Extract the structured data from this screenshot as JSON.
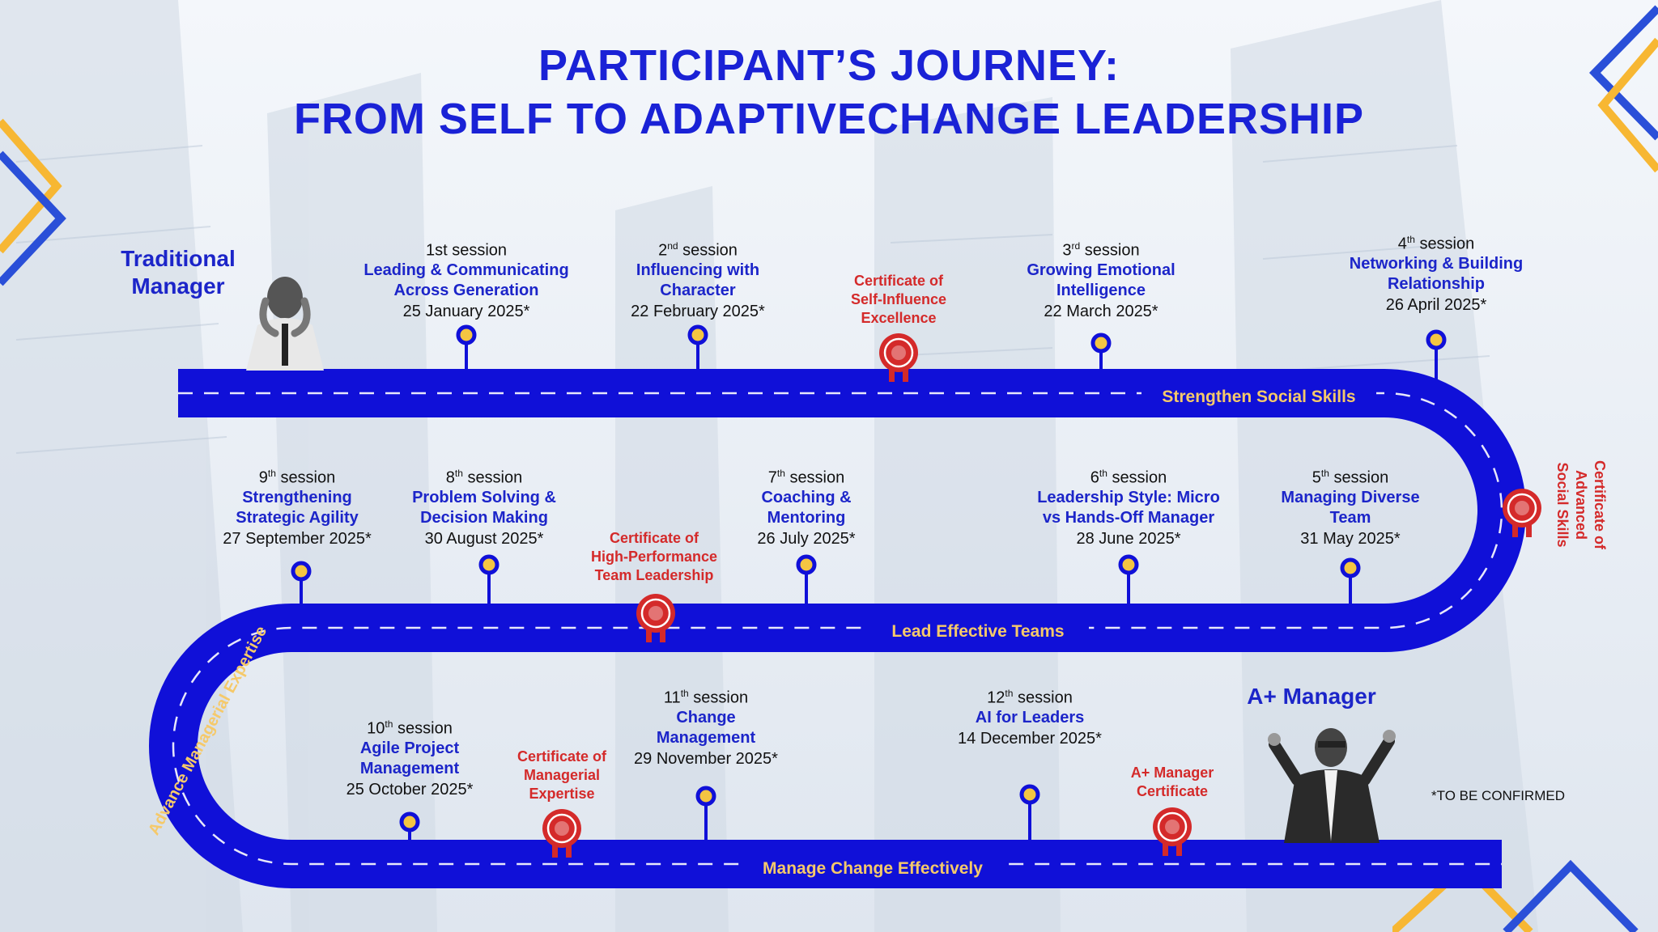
{
  "title": {
    "line1": "PARTICIPANT’S JOURNEY:",
    "line2": "FROM SELF TO ADAPTIVECHANGE LEADERSHIP"
  },
  "roles": {
    "start": "Traditional Manager",
    "end": "A+ Manager"
  },
  "road_labels": {
    "segment1": "Strengthen Social Skills",
    "segment2": "Lead Effective Teams",
    "segment3": "Manage Change Effectively",
    "curve_left": "Advance Managerial Expertise"
  },
  "sessions": [
    {
      "num": "1st",
      "suffix": "",
      "word": "session",
      "name1": "Leading & Communicating",
      "name2": "Across Generation",
      "date": "25 January 2025*"
    },
    {
      "num": "2",
      "suffix": "nd",
      "word": "session",
      "name1": "Influencing with",
      "name2": "Character",
      "date": "22 February 2025*"
    },
    {
      "num": "3",
      "suffix": "rd",
      "word": "session",
      "name1": "Growing Emotional",
      "name2": "Intelligence",
      "date": "22 March 2025*"
    },
    {
      "num": "4",
      "suffix": "th",
      "word": "session",
      "name1": "Networking & Building",
      "name2": "Relationship",
      "date": "26 April 2025*"
    },
    {
      "num": "5",
      "suffix": "th",
      "word": "session",
      "name1": "Managing Diverse",
      "name2": "Team",
      "date": "31 May 2025*"
    },
    {
      "num": "6",
      "suffix": "th",
      "word": "session",
      "name1": "Leadership Style: Micro",
      "name2": "vs Hands-Off Manager",
      "date": "28 June 2025*"
    },
    {
      "num": "7",
      "suffix": "th",
      "word": "session",
      "name1": "Coaching &",
      "name2": "Mentoring",
      "date": "26 July 2025*"
    },
    {
      "num": "8",
      "suffix": "th",
      "word": "session",
      "name1": "Problem Solving &",
      "name2": "Decision Making",
      "date": "30 August 2025*"
    },
    {
      "num": "9",
      "suffix": "th",
      "word": "session",
      "name1": "Strengthening",
      "name2": "Strategic Agility",
      "date": "27 September 2025*"
    },
    {
      "num": "10",
      "suffix": "th",
      "word": "session",
      "name1": "Agile Project",
      "name2": "Management",
      "date": "25 October 2025*"
    },
    {
      "num": "11",
      "suffix": "th",
      "word": "session",
      "name1": "Change",
      "name2": "Management",
      "date": "29 November 2025*"
    },
    {
      "num": "12",
      "suffix": "th",
      "word": "session",
      "name1": "AI for Leaders",
      "name2": "",
      "date": "14 December 2025*"
    }
  ],
  "certificates": {
    "c1": [
      "Certificate of",
      "Self-Influence",
      "Excellence"
    ],
    "c2": [
      "Certificate of",
      "Advanced",
      "Social Skills"
    ],
    "c3": [
      "Certificate of",
      "High-Performance",
      "Team Leadership"
    ],
    "c4": [
      "Certificate of",
      "Managerial",
      "Expertise"
    ],
    "c5": [
      "A+ Manager",
      "Certificate"
    ]
  },
  "note": "*TO BE CONFIRMED",
  "colors": {
    "road": "#1010d8",
    "title": "#1a22d6",
    "session_name": "#1c25c9",
    "certificate": "#d42a2a",
    "road_label": "#f5c96a",
    "pin_dot": "#f4c542",
    "accent_yellow": "#f7b733",
    "accent_blue": "#2a4fd8"
  }
}
